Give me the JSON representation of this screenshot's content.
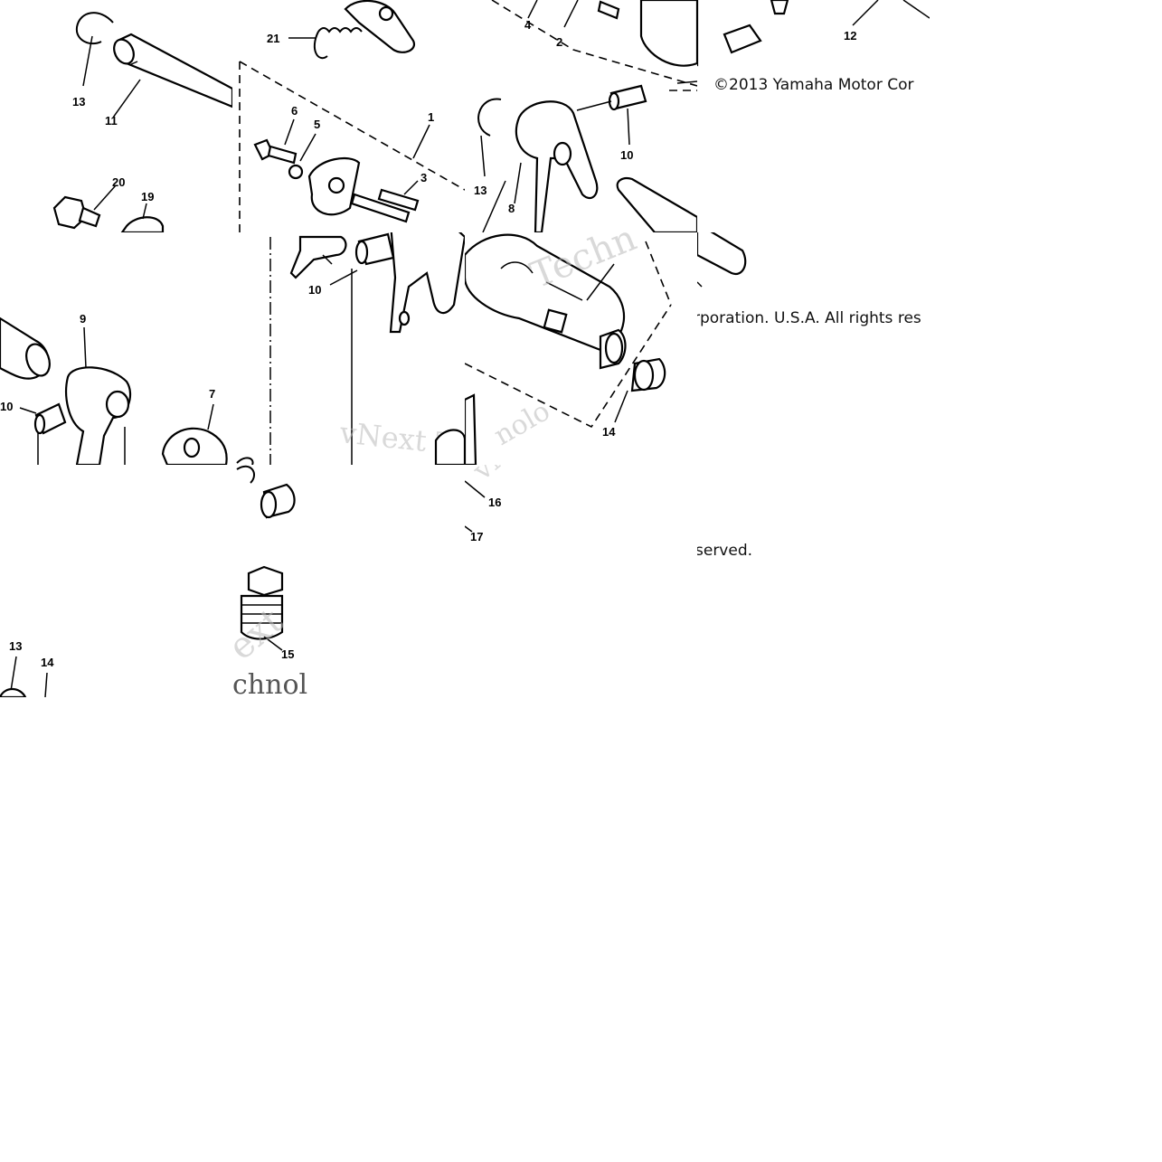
{
  "copyright": {
    "line1": "©2013 Yamaha Motor Cor",
    "line2": "rporation. U.S.A. All rights res",
    "line3": "served."
  },
  "watermarks": {
    "w1": "Techn",
    "w2": "vNext T",
    "w3": "vNe",
    "w4": "ext",
    "w5": "chnol",
    "w6": "nolo"
  },
  "part_labels": {
    "p1": "1",
    "p2": "2",
    "p3": "3",
    "p4": "4",
    "p5": "5",
    "p6": "6",
    "p7": "7",
    "p8": "8",
    "p9": "9",
    "p10a": "10",
    "p10b": "10",
    "p10c": "10",
    "p11": "11",
    "p12": "12",
    "p13a": "13",
    "p13b": "13",
    "p13c": "13",
    "p14a": "14",
    "p14b": "14",
    "p15": "15",
    "p16": "16",
    "p17": "17",
    "p19": "19",
    "p20": "20",
    "p21": "21"
  }
}
